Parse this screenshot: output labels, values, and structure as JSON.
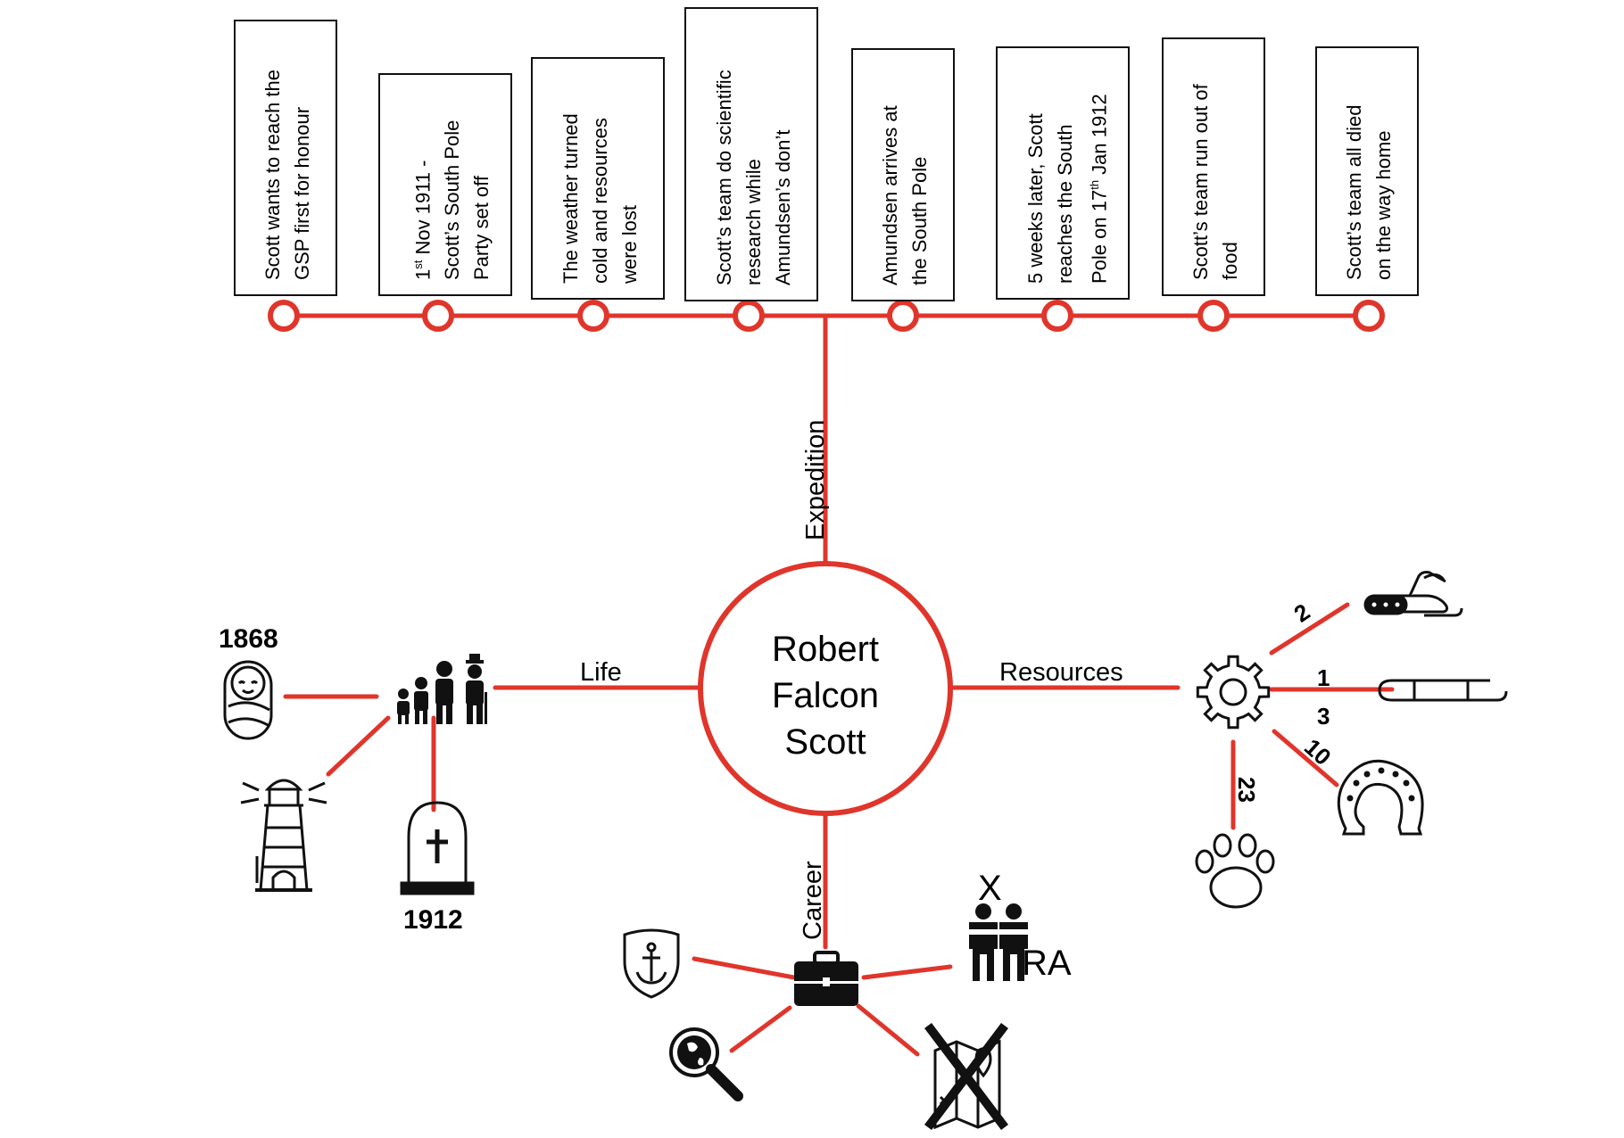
{
  "center": {
    "lines": [
      "Robert",
      "Falcon",
      "Scott"
    ]
  },
  "branches": {
    "expedition": "Expedition",
    "life": "Life",
    "resources": "Resources",
    "career": "Career"
  },
  "timeline": [
    {
      "lines": [
        "Scott wants to reach the",
        "GSP first for honour"
      ]
    },
    {
      "lines": [
        "1st Nov 1911 -",
        "Scott’s South Pole",
        "Party set off"
      ]
    },
    {
      "lines": [
        "The weather turned",
        "cold and resources",
        "were lost"
      ]
    },
    {
      "lines": [
        "Scott’s team do scientific",
        "research while",
        "Amundsen’s don’t"
      ]
    },
    {
      "lines": [
        "Amundsen arrives at",
        "the South Pole"
      ]
    },
    {
      "lines": [
        "5 weeks later, Scott",
        "reaches the South",
        "Pole on 17th Jan 1912"
      ]
    },
    {
      "lines": [
        "Scott’s team run out of",
        "food"
      ]
    },
    {
      "lines": [
        "Scott’s team all died",
        "on the way home"
      ]
    }
  ],
  "life": {
    "born_year": "1868",
    "died_year": "1912"
  },
  "resources": {
    "snowmobile_count": "2",
    "sledge_count": "1",
    "sledge_count_b": "3",
    "horse_count": "10",
    "dog_count": "23"
  },
  "career": {
    "ra_text": "RA",
    "x_mark": "X"
  },
  "icons": {
    "life": [
      "baby-icon",
      "family-icon",
      "lighthouse-icon",
      "gravestone-icon"
    ],
    "resources": [
      "gear-icon",
      "snowmobile-icon",
      "sledge-icon",
      "horseshoe-icon",
      "paw-icon"
    ],
    "career": [
      "briefcase-icon",
      "navy-anchor-shield-icon",
      "exploration-magnifier-icon",
      "two-men-icon",
      "crossed-map-icon"
    ]
  },
  "colors": {
    "accent": "#e0352b",
    "ink": "#111111"
  }
}
